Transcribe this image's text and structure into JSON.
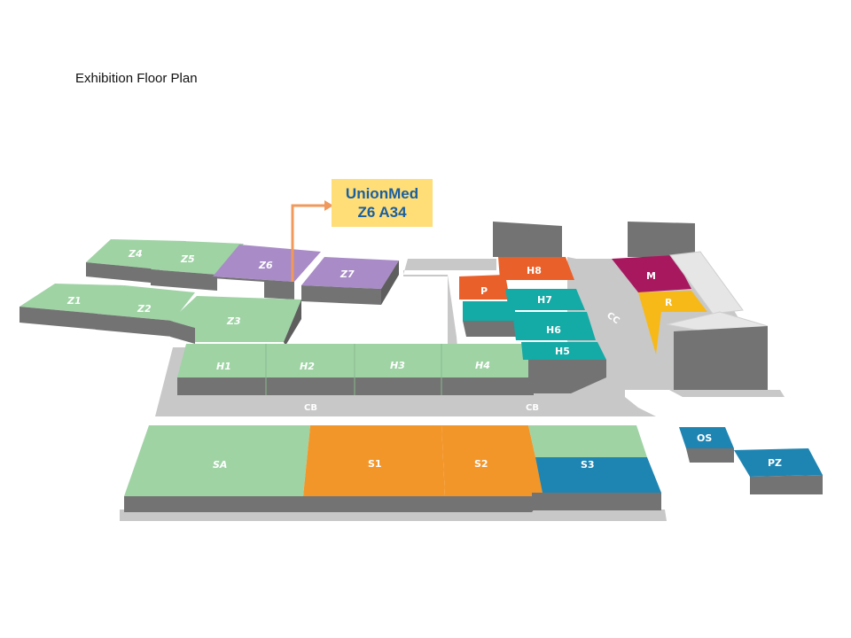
{
  "title": "Exhibition Floor Plan",
  "callout": {
    "exhibitor": "UnionMed",
    "booth": "Z6 A34"
  },
  "halls": {
    "Z1": "Z1",
    "Z2": "Z2",
    "Z3": "Z3",
    "Z4": "Z4",
    "Z5": "Z5",
    "Z6": "Z6",
    "Z7": "Z7",
    "H1": "H1",
    "H2": "H2",
    "H3": "H3",
    "H4": "H4",
    "H5": "H5",
    "H6": "H6",
    "H7": "H7",
    "H8": "H8",
    "P": "P",
    "M": "M",
    "R": "R",
    "SA": "SA",
    "S1": "S1",
    "S2": "S2",
    "S3": "S3",
    "OS": "OS",
    "PZ": "PZ"
  },
  "roads": {
    "CB_left": "CB",
    "CB_right": "CB",
    "CC": "CC"
  },
  "colors": {
    "green": "#9fd3a4",
    "orange": "#f2962a",
    "red_orange": "#e9602a",
    "teal": "#14aaa6",
    "purple": "#a98bc7",
    "magenta": "#a8185f",
    "yellow": "#f7b917",
    "blue": "#1e85b3",
    "gray_side": "#737373",
    "road": "#c8c8c8",
    "callout_bg": "#ffdd77",
    "callout_text": "#1a5fa0",
    "arrow": "#f0995b"
  }
}
